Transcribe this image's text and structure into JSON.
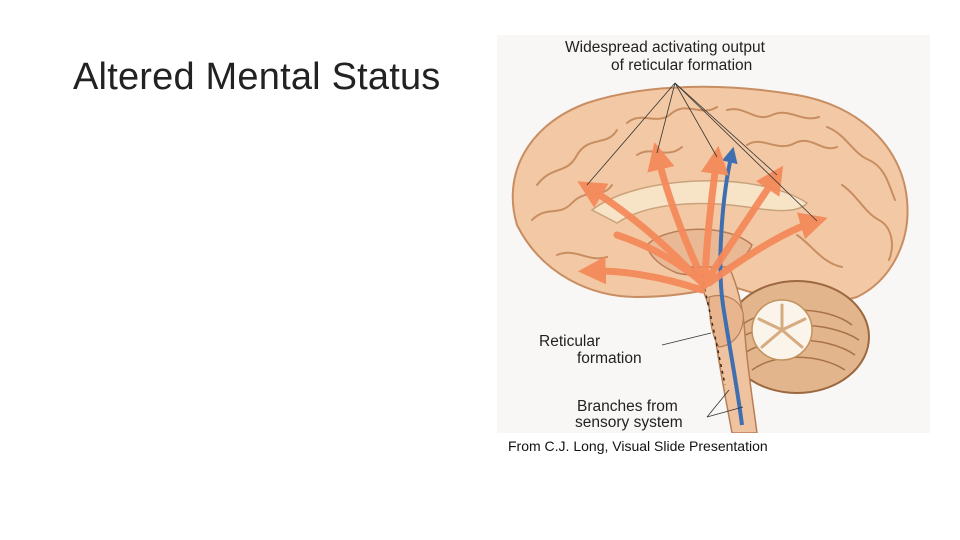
{
  "slide": {
    "title": "Altered Mental Status",
    "caption": "From C.J. Long, Visual Slide Presentation"
  },
  "figure": {
    "labels": {
      "top_line1": "Widespread  activating output",
      "top_line2": "of  reticular  formation",
      "reticular_line1": "Reticular",
      "reticular_line2": "formation",
      "branches_line1": "Branches from",
      "branches_line2": "sensory  system"
    },
    "colors": {
      "cortex": "#f2c9a4",
      "gyri_lines": "#c98d62",
      "arrows": "#f58a5b",
      "sensory_pathway": "#3f6fb0",
      "cerebellum": "#e2b58c"
    }
  }
}
